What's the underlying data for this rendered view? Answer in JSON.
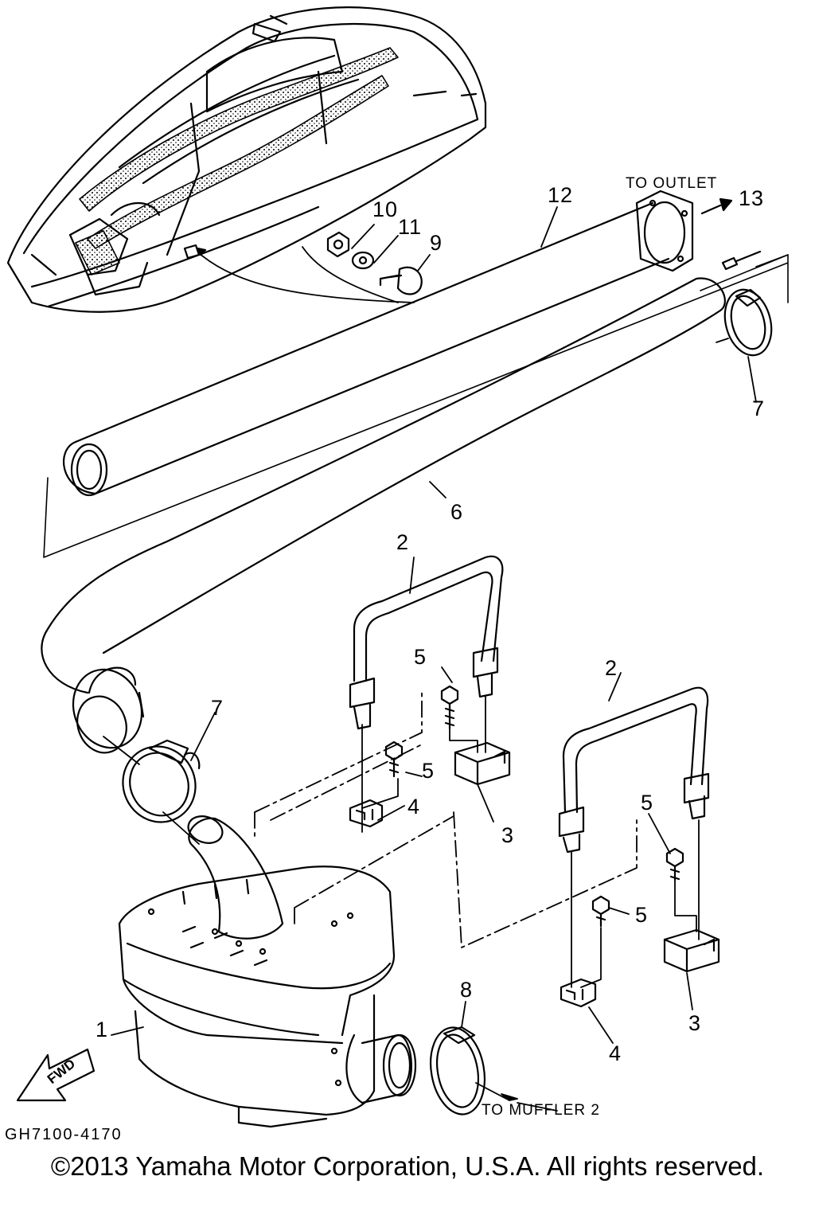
{
  "callouts": {
    "c1": "1",
    "c2a": "2",
    "c2b": "2",
    "c3a": "3",
    "c3b": "3",
    "c4a": "4",
    "c4b": "4",
    "c5a": "5",
    "c5b": "5",
    "c5c": "5",
    "c5d": "5",
    "c6": "6",
    "c7a": "7",
    "c7b": "7",
    "c8": "8",
    "c9": "9",
    "c10": "10",
    "c11": "11",
    "c12": "12",
    "c13": "13"
  },
  "notes": {
    "to_outlet": "TO OUTLET",
    "to_muffler": "TO MUFFLER 2",
    "fwd": "FWD"
  },
  "diagram_code": "GH7100-4170",
  "copyright": "©2013 Yamaha Motor Corporation, U.S.A. All rights reserved."
}
